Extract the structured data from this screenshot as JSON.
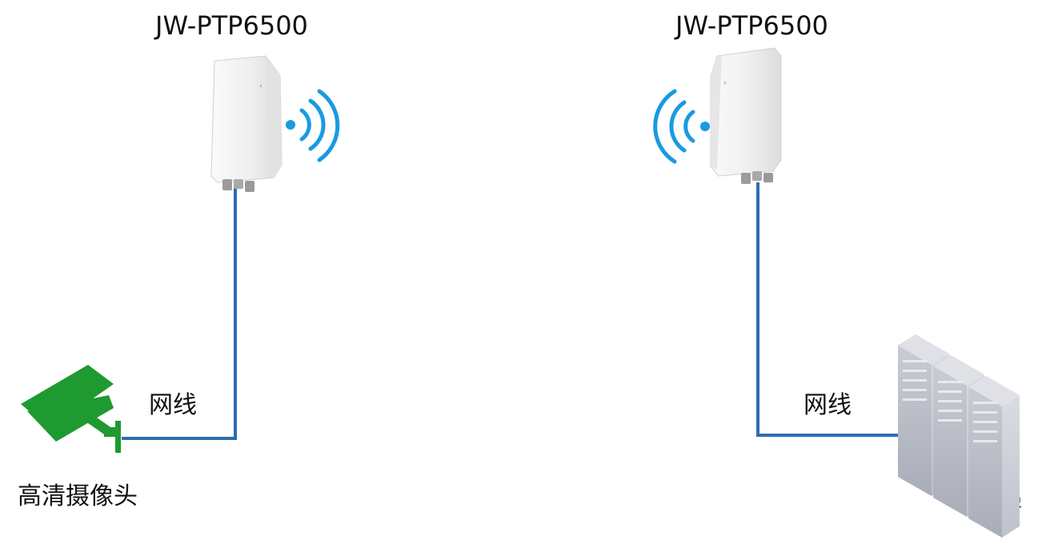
{
  "devices": {
    "left_title": "JW-PTP6500",
    "right_title": "JW-PTP6500"
  },
  "links": {
    "left_cable_label": "网线",
    "right_cable_label": "网线"
  },
  "endpoints": {
    "camera_label": "高清摄像头",
    "server_room_label": "机房"
  },
  "colors": {
    "cable": "#2E6DAF",
    "wifi": "#1A9AE0",
    "camera": "#1E9A30",
    "device_body": "#EDEDED",
    "server": "#B9BCC6"
  }
}
